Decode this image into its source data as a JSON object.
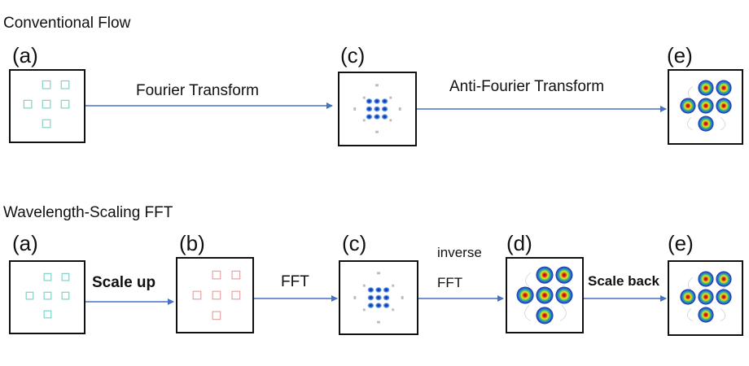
{
  "conventional": {
    "title": "Conventional Flow",
    "labels": {
      "a": "(a)",
      "c": "(c)",
      "e": "(e)"
    },
    "arrow1": "Fourier Transform",
    "arrow2": "Anti-Fourier Transform"
  },
  "wavelength": {
    "title": "Wavelength-Scaling FFT",
    "labels": {
      "a": "(a)",
      "b": "(b)",
      "c": "(c)",
      "d": "(d)",
      "e": "(e)"
    },
    "arrow1": "Scale up",
    "arrow2": "FFT",
    "arrow3_line1": "inverse",
    "arrow3_line2": "FFT",
    "arrow4": "Scale back"
  },
  "colors": {
    "arrow": "#4472c4",
    "teal_square": "#7ecfc4",
    "pink_square": "#e8a0a0"
  }
}
